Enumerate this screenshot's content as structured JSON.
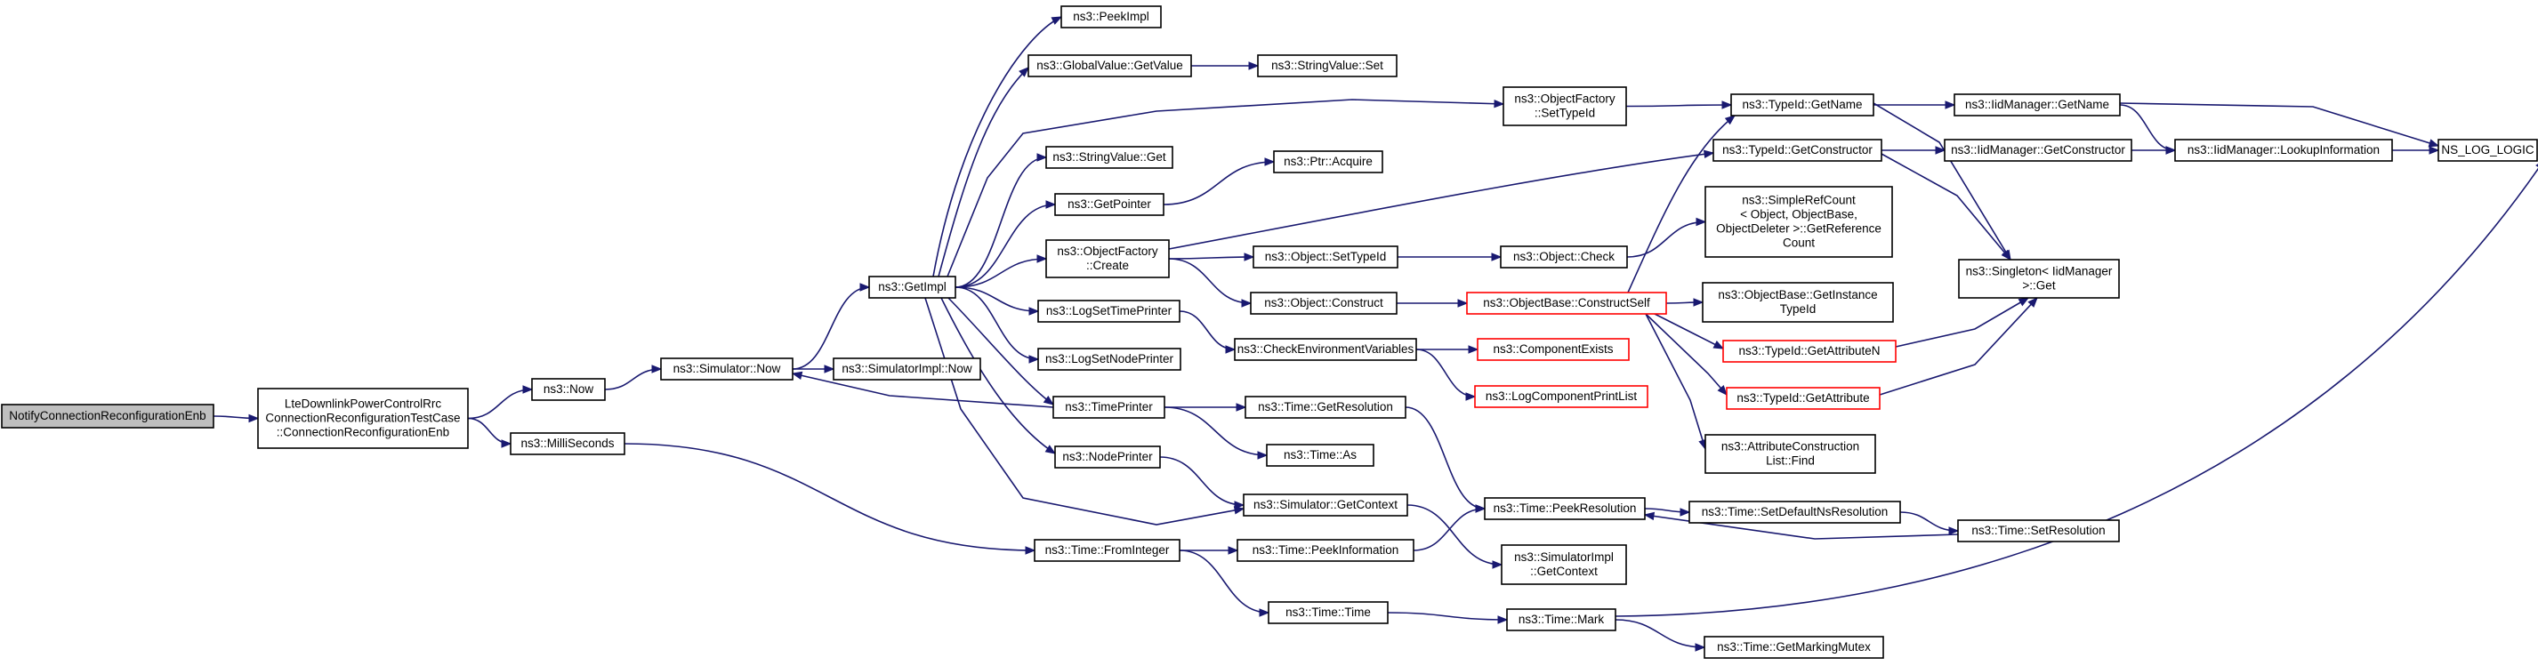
{
  "graph": {
    "colors": {
      "edge": "#191970",
      "node_border": "#000000",
      "truncated_border": "#ff0000",
      "root_fill": "#bfbfbf",
      "node_fill": "#ffffff"
    },
    "nodes": [
      {
        "id": "root",
        "lines": [
          "NotifyConnectionReconfigurationEnb"
        ],
        "style": "root"
      },
      {
        "id": "lte",
        "lines": [
          "LteDownlinkPowerControlRrc",
          "ConnectionReconfigurationTestCase",
          "::ConnectionReconfigurationEnb"
        ],
        "style": "normal"
      },
      {
        "id": "now",
        "lines": [
          "ns3::Now"
        ],
        "style": "normal"
      },
      {
        "id": "ms",
        "lines": [
          "ns3::MilliSeconds"
        ],
        "style": "normal"
      },
      {
        "id": "simnow",
        "lines": [
          "ns3::Simulator::Now"
        ],
        "style": "normal"
      },
      {
        "id": "simimplnow",
        "lines": [
          "ns3::SimulatorImpl::Now"
        ],
        "style": "normal"
      },
      {
        "id": "getimpl",
        "lines": [
          "ns3::GetImpl"
        ],
        "style": "normal"
      },
      {
        "id": "peekimpl",
        "lines": [
          "ns3::PeekImpl"
        ],
        "style": "normal"
      },
      {
        "id": "gvget",
        "lines": [
          "ns3::GlobalValue::GetValue"
        ],
        "style": "normal"
      },
      {
        "id": "svset",
        "lines": [
          "ns3::StringValue::Set"
        ],
        "style": "normal"
      },
      {
        "id": "svget",
        "lines": [
          "ns3::StringValue::Get"
        ],
        "style": "normal"
      },
      {
        "id": "getptr",
        "lines": [
          "ns3::GetPointer"
        ],
        "style": "normal"
      },
      {
        "id": "ptracq",
        "lines": [
          "ns3::Ptr::Acquire"
        ],
        "style": "normal"
      },
      {
        "id": "ofcreate",
        "lines": [
          "ns3::ObjectFactory",
          "::Create"
        ],
        "style": "normal"
      },
      {
        "id": "objsettid",
        "lines": [
          "ns3::Object::SetTypeId"
        ],
        "style": "normal"
      },
      {
        "id": "objcheck",
        "lines": [
          "ns3::Object::Check"
        ],
        "style": "normal"
      },
      {
        "id": "objconstruct",
        "lines": [
          "ns3::Object::Construct"
        ],
        "style": "normal"
      },
      {
        "id": "logtime",
        "lines": [
          "ns3::LogSetTimePrinter"
        ],
        "style": "normal"
      },
      {
        "id": "lognode",
        "lines": [
          "ns3::LogSetNodePrinter"
        ],
        "style": "normal"
      },
      {
        "id": "checkenv",
        "lines": [
          "ns3::CheckEnvironmentVariables"
        ],
        "style": "normal"
      },
      {
        "id": "timeprinter",
        "lines": [
          "ns3::TimePrinter"
        ],
        "style": "normal"
      },
      {
        "id": "nodeprinter",
        "lines": [
          "ns3::NodePrinter"
        ],
        "style": "normal"
      },
      {
        "id": "timegetres",
        "lines": [
          "ns3::Time::GetResolution"
        ],
        "style": "normal"
      },
      {
        "id": "timeas",
        "lines": [
          "ns3::Time::As"
        ],
        "style": "normal"
      },
      {
        "id": "simgetctx",
        "lines": [
          "ns3::Simulator::GetContext"
        ],
        "style": "normal"
      },
      {
        "id": "timefromint",
        "lines": [
          "ns3::Time::FromInteger"
        ],
        "style": "normal"
      },
      {
        "id": "timepeekinfo",
        "lines": [
          "ns3::Time::PeekInformation"
        ],
        "style": "normal"
      },
      {
        "id": "timetime",
        "lines": [
          "ns3::Time::Time"
        ],
        "style": "normal"
      },
      {
        "id": "ofsettid",
        "lines": [
          "ns3::ObjectFactory",
          "::SetTypeId"
        ],
        "style": "normal"
      },
      {
        "id": "obconstructself",
        "lines": [
          "ns3::ObjectBase::ConstructSelf"
        ],
        "style": "truncated"
      },
      {
        "id": "compexists",
        "lines": [
          "ns3::ComponentExists"
        ],
        "style": "truncated"
      },
      {
        "id": "logcomplist",
        "lines": [
          "ns3::LogComponentPrintList"
        ],
        "style": "truncated"
      },
      {
        "id": "peekres",
        "lines": [
          "ns3::Time::PeekResolution"
        ],
        "style": "normal"
      },
      {
        "id": "simimplctx",
        "lines": [
          "ns3::SimulatorImpl",
          "::GetContext"
        ],
        "style": "normal"
      },
      {
        "id": "timemark",
        "lines": [
          "ns3::Time::Mark"
        ],
        "style": "normal"
      },
      {
        "id": "tidgetname",
        "lines": [
          "ns3::TypeId::GetName"
        ],
        "style": "normal"
      },
      {
        "id": "tidgetctor",
        "lines": [
          "ns3::TypeId::GetConstructor"
        ],
        "style": "normal"
      },
      {
        "id": "simplerefcount",
        "lines": [
          "ns3::SimpleRefCount",
          "< Object, ObjectBase,",
          "ObjectDeleter >::GetReference",
          "Count"
        ],
        "style": "normal"
      },
      {
        "id": "obgetinst",
        "lines": [
          "ns3::ObjectBase::GetInstance",
          "TypeId"
        ],
        "style": "normal"
      },
      {
        "id": "tidgetattrn",
        "lines": [
          "ns3::TypeId::GetAttributeN"
        ],
        "style": "truncated"
      },
      {
        "id": "tidgetattr",
        "lines": [
          "ns3::TypeId::GetAttribute"
        ],
        "style": "truncated"
      },
      {
        "id": "attrfind",
        "lines": [
          "ns3::AttributeConstruction",
          "List::Find"
        ],
        "style": "normal"
      },
      {
        "id": "setdefres",
        "lines": [
          "ns3::Time::SetDefaultNsResolution"
        ],
        "style": "normal"
      },
      {
        "id": "getmarkmutex",
        "lines": [
          "ns3::Time::GetMarkingMutex"
        ],
        "style": "normal"
      },
      {
        "id": "iidgetname",
        "lines": [
          "ns3::IidManager::GetName"
        ],
        "style": "normal"
      },
      {
        "id": "iidgetctor",
        "lines": [
          "ns3::IidManager::GetConstructor"
        ],
        "style": "normal"
      },
      {
        "id": "singleton",
        "lines": [
          "ns3::Singleton< IidManager",
          ">::Get"
        ],
        "style": "normal"
      },
      {
        "id": "timesetres",
        "lines": [
          "ns3::Time::SetResolution"
        ],
        "style": "normal"
      },
      {
        "id": "iidlookup",
        "lines": [
          "ns3::IidManager::LookupInformation"
        ],
        "style": "normal"
      },
      {
        "id": "nslog",
        "lines": [
          "NS_LOG_LOGIC"
        ],
        "style": "normal"
      }
    ],
    "edges": [
      [
        "root",
        "lte"
      ],
      [
        "lte",
        "now"
      ],
      [
        "lte",
        "ms"
      ],
      [
        "now",
        "simnow"
      ],
      [
        "simnow",
        "simimplnow"
      ],
      [
        "simnow",
        "getimpl"
      ],
      [
        "ms",
        "timefromint"
      ],
      [
        "getimpl",
        "peekimpl"
      ],
      [
        "getimpl",
        "gvget"
      ],
      [
        "getimpl",
        "ofsettid"
      ],
      [
        "getimpl",
        "svget"
      ],
      [
        "getimpl",
        "getptr"
      ],
      [
        "getimpl",
        "ofcreate"
      ],
      [
        "getimpl",
        "logtime"
      ],
      [
        "getimpl",
        "lognode"
      ],
      [
        "getimpl",
        "timeprinter"
      ],
      [
        "getimpl",
        "nodeprinter"
      ],
      [
        "getimpl",
        "simgetctx"
      ],
      [
        "gvget",
        "svset"
      ],
      [
        "getptr",
        "ptracq"
      ],
      [
        "ofcreate",
        "tidgetctor"
      ],
      [
        "ofcreate",
        "objsettid"
      ],
      [
        "ofcreate",
        "objconstruct"
      ],
      [
        "objsettid",
        "objcheck"
      ],
      [
        "objcheck",
        "simplerefcount"
      ],
      [
        "objconstruct",
        "obconstructself"
      ],
      [
        "logtime",
        "checkenv"
      ],
      [
        "checkenv",
        "compexists"
      ],
      [
        "checkenv",
        "logcomplist"
      ],
      [
        "timeprinter",
        "simnow"
      ],
      [
        "timeprinter",
        "timegetres"
      ],
      [
        "timeprinter",
        "timeas"
      ],
      [
        "nodeprinter",
        "simgetctx"
      ],
      [
        "timegetres",
        "peekres"
      ],
      [
        "simgetctx",
        "simimplctx"
      ],
      [
        "timefromint",
        "timepeekinfo"
      ],
      [
        "timefromint",
        "timetime"
      ],
      [
        "timepeekinfo",
        "peekres"
      ],
      [
        "timetime",
        "timemark"
      ],
      [
        "ofsettid",
        "tidgetname"
      ],
      [
        "obconstructself",
        "tidgetname"
      ],
      [
        "obconstructself",
        "obgetinst"
      ],
      [
        "obconstructself",
        "tidgetattrn"
      ],
      [
        "obconstructself",
        "tidgetattr"
      ],
      [
        "obconstructself",
        "attrfind"
      ],
      [
        "peekres",
        "setdefres"
      ],
      [
        "setdefres",
        "timesetres"
      ],
      [
        "timesetres",
        "peekres"
      ],
      [
        "timemark",
        "getmarkmutex"
      ],
      [
        "timemark",
        "nslog"
      ],
      [
        "tidgetname",
        "iidgetname"
      ],
      [
        "tidgetname",
        "singleton"
      ],
      [
        "tidgetctor",
        "iidgetctor"
      ],
      [
        "tidgetctor",
        "singleton"
      ],
      [
        "tidgetattrn",
        "singleton"
      ],
      [
        "tidgetattr",
        "singleton"
      ],
      [
        "iidgetname",
        "iidlookup"
      ],
      [
        "iidgetname",
        "nslog"
      ],
      [
        "iidgetctor",
        "iidlookup"
      ],
      [
        "iidlookup",
        "nslog"
      ]
    ]
  }
}
